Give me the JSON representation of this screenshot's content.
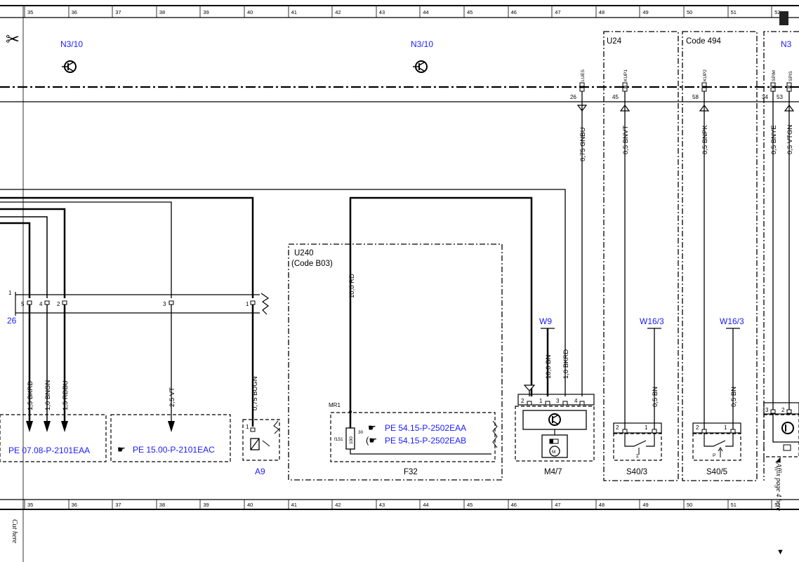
{
  "ruler": {
    "numbers": [
      "35",
      "36",
      "37",
      "38",
      "39",
      "40",
      "41",
      "42",
      "43",
      "44",
      "45",
      "46",
      "47",
      "48",
      "49",
      "50",
      "51",
      "52"
    ]
  },
  "components": {
    "n3_10_left": "N3/10",
    "n3_10_mid": "N3/10",
    "n3_right": "N3",
    "u24": "U24",
    "code_494": "Code 494",
    "u240": "U240",
    "code_b03": "(Code B03)",
    "a9": "A9",
    "f32": "F32",
    "m4_7": "M4/7",
    "s40_3": "S40/3",
    "s40_5": "S40/5",
    "w9": "W9",
    "w16_3_a": "W16/3",
    "w16_3_b": "W16/3",
    "mr1": "MR1",
    "f151": "f151",
    "f_rating": "100",
    "f_pin": "30",
    "ref_26": "26"
  },
  "references": {
    "pe_07": "PE 07.08-P-2101EAA",
    "pe_15": "PE 15.00-P-2101EAC",
    "pe_54a": "PE 54.15-P-2502EAA",
    "pe_54b": "PE 54.15-P-2502EAB"
  },
  "connector_pins": {
    "luies": "LUES",
    "kup1": "KUP1",
    "kup2": "KUP2",
    "spim": "SPIM",
    "spis": "SPIS",
    "n26": "26",
    "n45": "45",
    "n58": "58",
    "n34": "34",
    "n53": "53"
  },
  "wires": {
    "gnbu": "0,75 GNBU",
    "bnvt": "0,5 BNVT",
    "bnpk": "0,5 BNPK",
    "bnye": "0,5 BNYE",
    "vtgn": "0,5 VTGN",
    "rd": "10,0 RD",
    "bkrd_pe": "1,5 BKRD",
    "bngn": "1,0 BNGN",
    "rdbu": "1,5 RDBU",
    "vt": "2,5 VT",
    "bugn": "0,75 BUGN",
    "bn10": "10,0 BN",
    "bkrd_m": "1,0 BKRD",
    "bn_a": "0,5 BN",
    "bn_b": "0,5 BN"
  },
  "pins": {
    "s1": "1",
    "s5": "5",
    "s4": "4",
    "s2": "2",
    "s3": "3",
    "s1b": "1",
    "a9_1": "1",
    "m_2": "2",
    "m_1": "1",
    "m_3": "3",
    "m_4": "4",
    "s403_2": "2",
    "s403_1": "1",
    "s405_2": "2",
    "s405_1": "1",
    "rc_3": "3",
    "rc_2": "2",
    "m_motor": "M",
    "s405_p": "P"
  },
  "cut_text": {
    "left": "Cut here",
    "right": "Affix page 4 here"
  }
}
